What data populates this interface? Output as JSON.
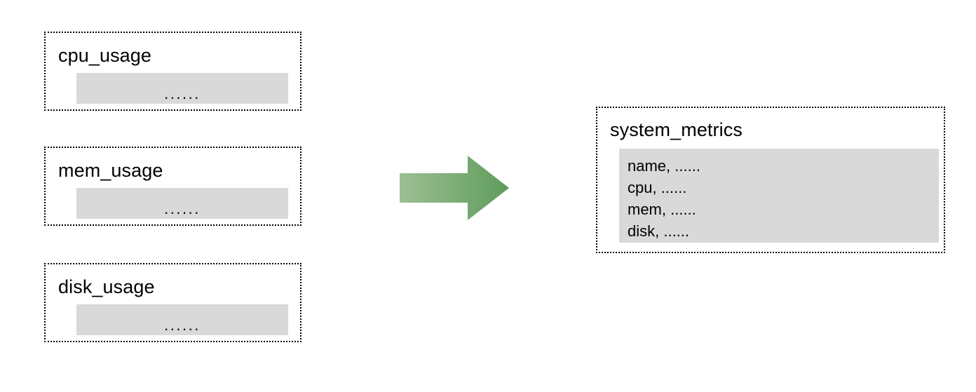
{
  "diagram": {
    "type": "data-merge-flow",
    "background_color": "#ffffff",
    "box_border_color": "#000000",
    "panel_fill_color": "#d9d9d9",
    "arrow": {
      "name": "merge-arrow",
      "direction": "right",
      "gradient_from": "#9dbf93",
      "gradient_to": "#5f9c5c"
    },
    "sources": [
      {
        "title": "cpu_usage",
        "body": "......"
      },
      {
        "title": "mem_usage",
        "body": "......"
      },
      {
        "title": "disk_usage",
        "body": "......"
      }
    ],
    "target": {
      "title": "system_metrics",
      "rows": [
        "name, ......",
        "cpu, ......",
        "mem, ......",
        "disk, ......"
      ]
    }
  }
}
